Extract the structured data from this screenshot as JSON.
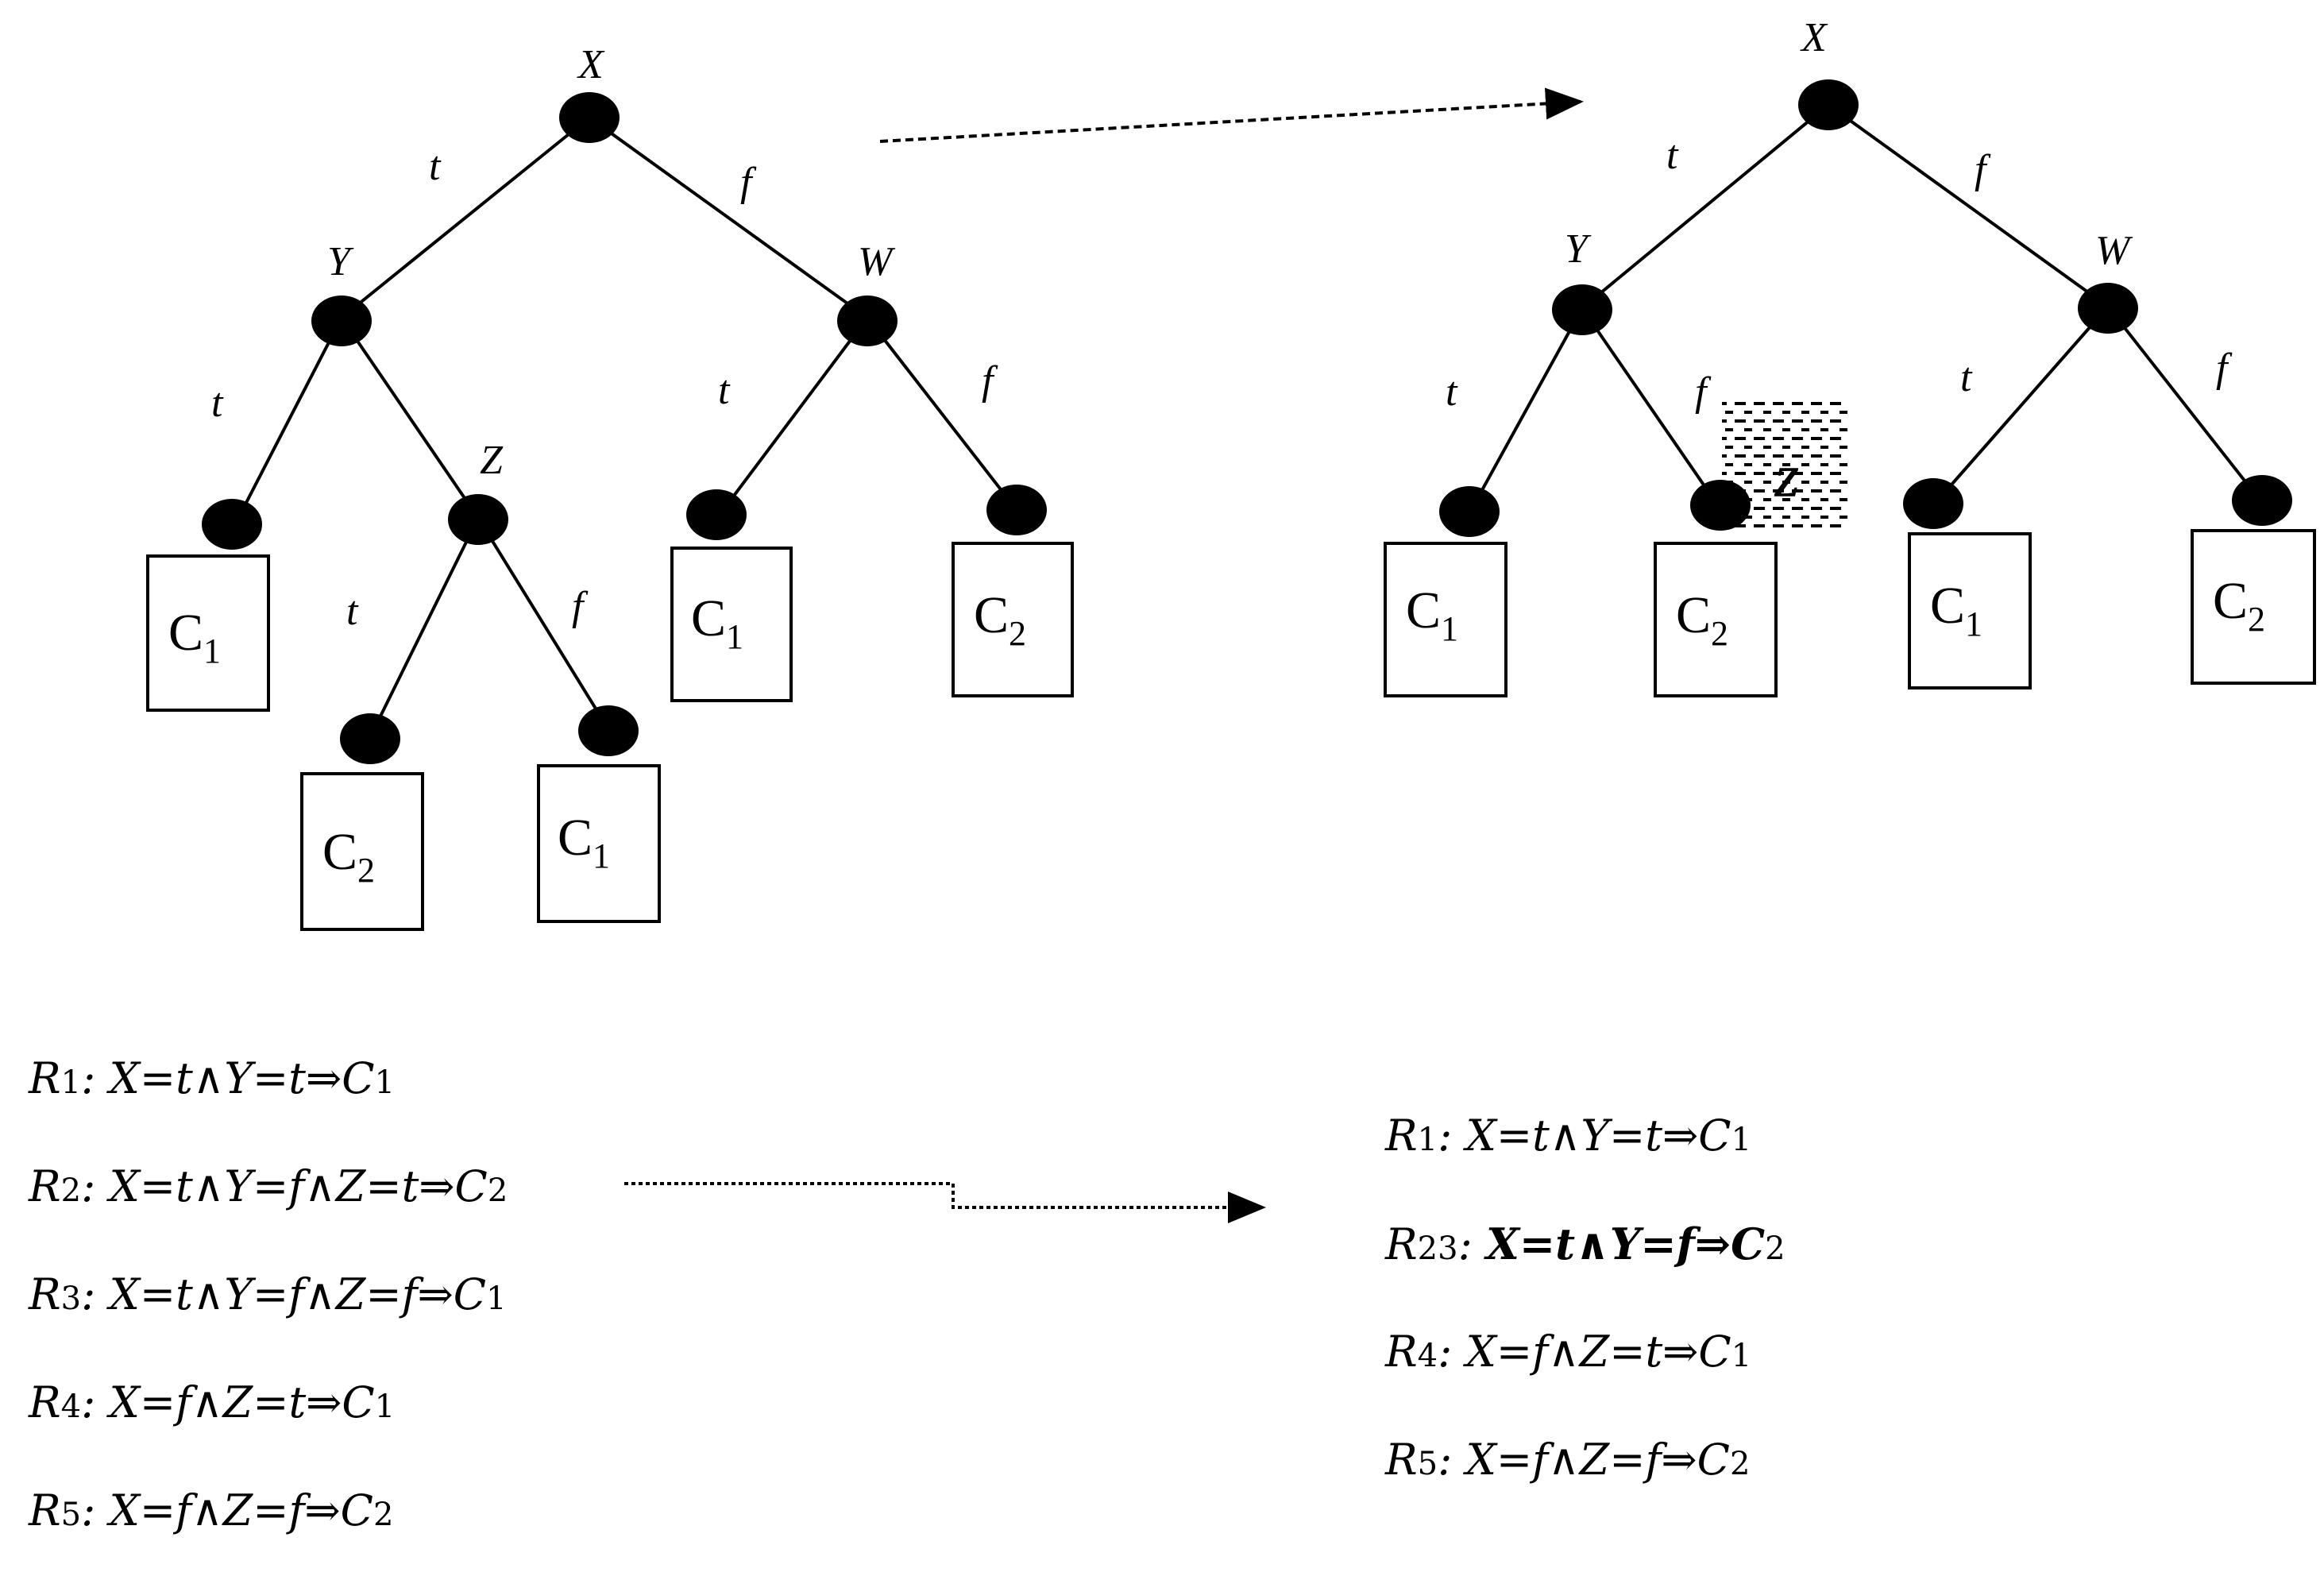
{
  "diagram": {
    "left_tree": {
      "nodes": {
        "root": "X",
        "left": "Y",
        "right": "W",
        "inner": "Z"
      },
      "edge_labels": {
        "x_left": "t",
        "x_right": "f",
        "y_left": "t",
        "y_right": "f",
        "w_left": "t",
        "w_right": "f",
        "z_left": "t",
        "z_right": "f"
      },
      "leaves": {
        "y_t": {
          "base": "C",
          "sub": "1"
        },
        "z_t": {
          "base": "C",
          "sub": "2"
        },
        "z_f": {
          "base": "C",
          "sub": "1"
        },
        "w_t": {
          "base": "C",
          "sub": "1"
        },
        "w_f": {
          "base": "C",
          "sub": "2"
        }
      }
    },
    "right_tree": {
      "nodes": {
        "root": "X",
        "left": "Y",
        "right": "W",
        "pruned": "Z"
      },
      "edge_labels": {
        "x_left": "t",
        "x_right": "f",
        "y_left": "t",
        "y_right": "f",
        "w_left": "t",
        "w_right": "f"
      },
      "leaves": {
        "y_t": {
          "base": "C",
          "sub": "1"
        },
        "y_f": {
          "base": "C",
          "sub": "2"
        },
        "w_t": {
          "base": "C",
          "sub": "1"
        },
        "w_f": {
          "base": "C",
          "sub": "2"
        }
      }
    },
    "rules_before": [
      {
        "name": "R",
        "sub": "1",
        "cond": ": X=t∧Y=t⇒C",
        "csub": "1"
      },
      {
        "name": "R",
        "sub": "2",
        "cond": ": X=t∧Y=f∧Z=t⇒C",
        "csub": "2"
      },
      {
        "name": "R",
        "sub": "3",
        "cond": ": X=t∧Y=f∧Z=f⇒C",
        "csub": "1"
      },
      {
        "name": "R",
        "sub": "4",
        "cond": ": X=f∧Z=t⇒C",
        "csub": "1"
      },
      {
        "name": "R",
        "sub": "5",
        "cond": ": X=f∧Z=f⇒C",
        "csub": "2"
      }
    ],
    "rules_after": [
      {
        "name": "R",
        "sub": "1",
        "cond": ": X=t∧Y=t⇒C",
        "csub": "1"
      },
      {
        "name": "R",
        "sub": "23",
        "prefix": ": ",
        "bold": "X=t∧Y=f⇒C",
        "csub": "2"
      },
      {
        "name": "R",
        "sub": "4",
        "cond": ": X=f∧Z=t⇒C",
        "csub": "1"
      },
      {
        "name": "R",
        "sub": "5",
        "cond": ": X=f∧Z=f⇒C",
        "csub": "2"
      }
    ]
  }
}
